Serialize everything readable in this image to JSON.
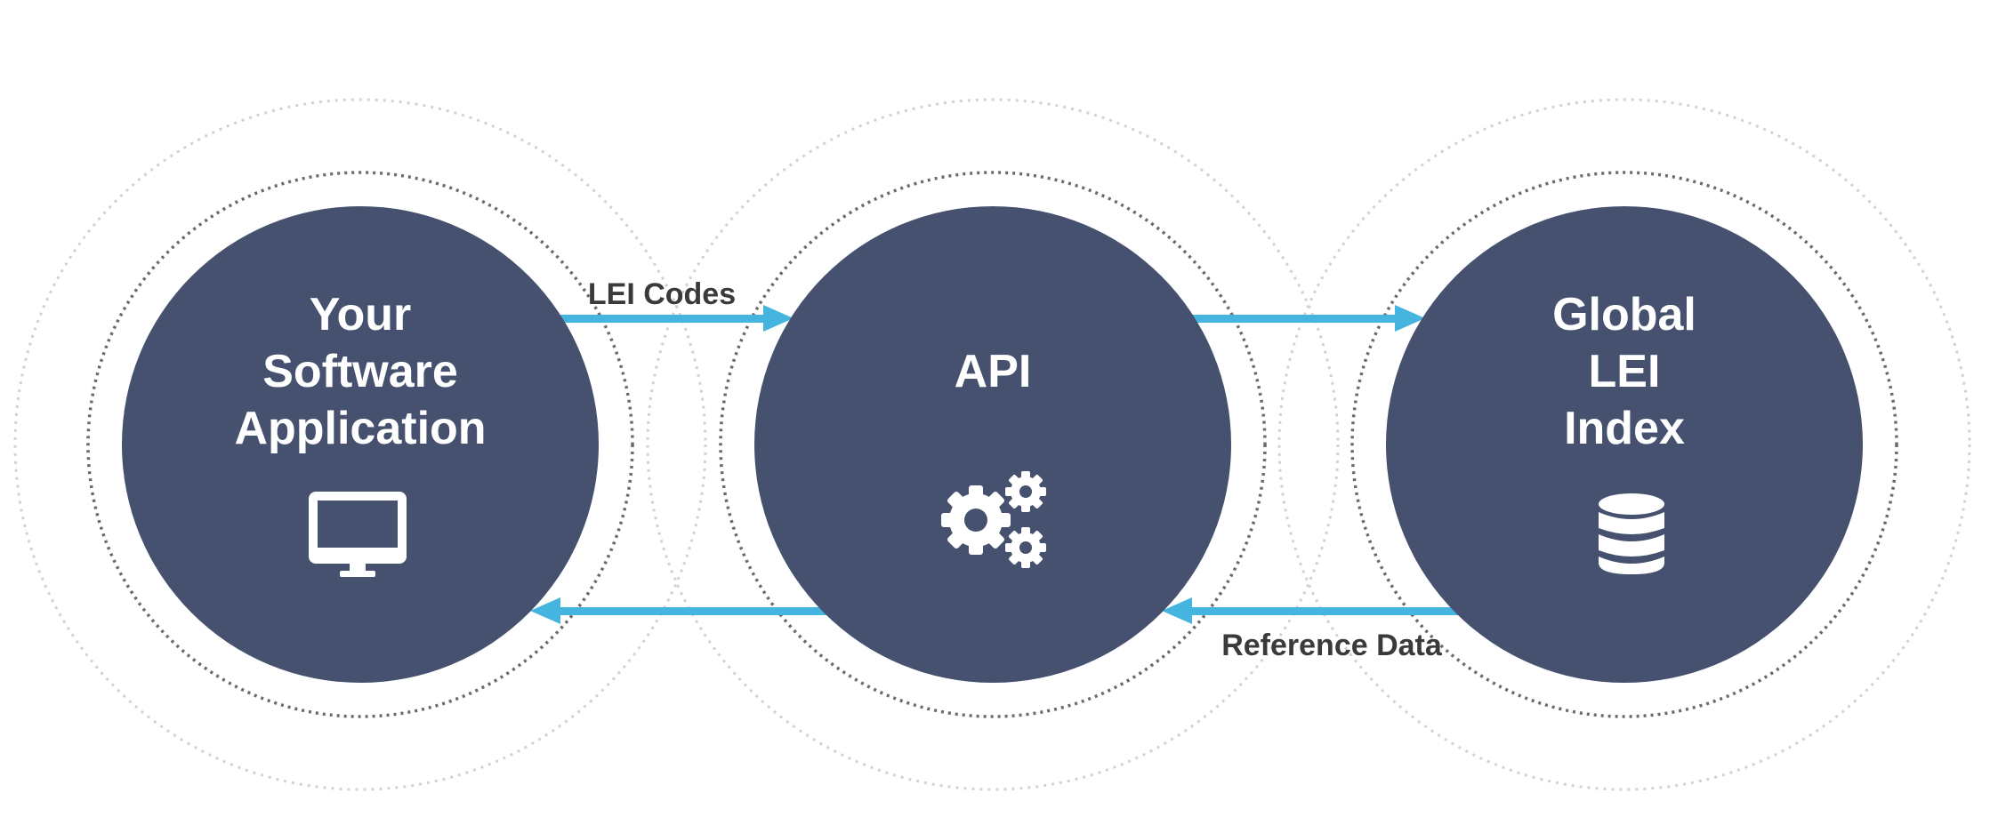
{
  "colors": {
    "node_fill": "#45516f",
    "arrow": "#45b4de",
    "outer_ring": "#d2d2d2",
    "inner_ring": "#6a6a6a",
    "label": "#3a3a3a",
    "icon": "#ffffff"
  },
  "nodes": [
    {
      "id": "software",
      "title_lines": [
        "Your",
        "Software",
        "Application"
      ],
      "icon": "monitor-icon"
    },
    {
      "id": "api",
      "title_lines": [
        "API"
      ],
      "icon": "gears-icon"
    },
    {
      "id": "index",
      "title_lines": [
        "Global",
        "LEI",
        "Index"
      ],
      "icon": "database-icon"
    }
  ],
  "edges": [
    {
      "from": "software",
      "to": "api",
      "label": "LEI Codes"
    },
    {
      "from": "api",
      "to": "index",
      "label": ""
    },
    {
      "from": "index",
      "to": "api",
      "label": "Reference Data"
    },
    {
      "from": "api",
      "to": "software",
      "label": ""
    }
  ]
}
